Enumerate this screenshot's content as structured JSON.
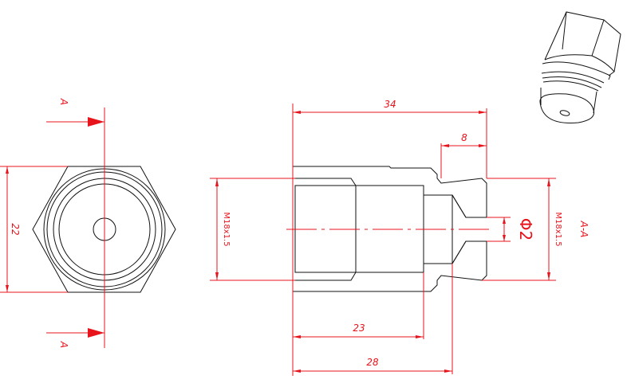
{
  "drawing": {
    "section_labels": {
      "top": "A",
      "bottom": "A",
      "view": "A-A"
    },
    "dimensions": {
      "hex_across_flats": "22",
      "overall_length": "34",
      "tip_length": "8",
      "thread_depth": "23",
      "bore_depth": "28",
      "internal_thread": "M18x1.5",
      "external_thread": "M18x1.5",
      "orifice_diameter": "Φ2"
    },
    "colors": {
      "outline": "#111111",
      "annotation": "#e8141c"
    }
  }
}
